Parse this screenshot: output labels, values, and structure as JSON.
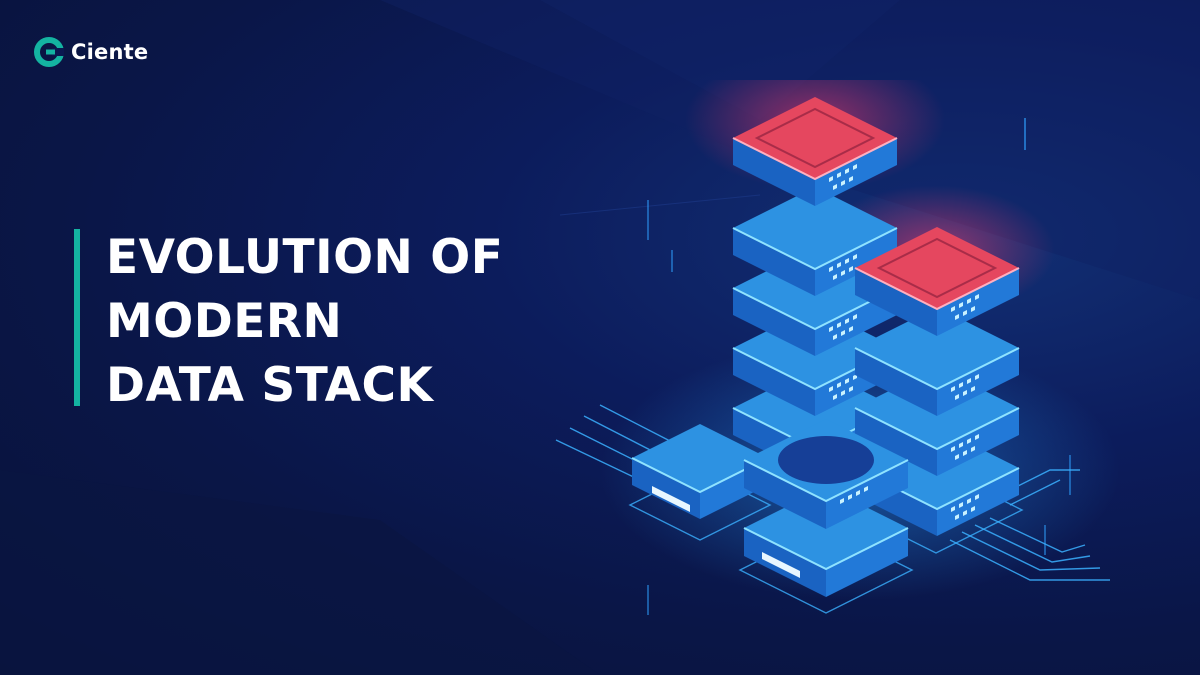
{
  "brand": {
    "name": "Ciente",
    "icon": "ciente-logo-icon",
    "accent_color": "#14b3a1"
  },
  "headline": {
    "lines": [
      "EVOLUTION OF",
      "MODERN",
      "DATA STACK"
    ]
  },
  "illustration": {
    "icon": "server-stack-icon",
    "colors": {
      "block_top": "#2c8fe0",
      "block_side": "#1a64c4",
      "highlight": "#e0455f",
      "glow": "#39b9ff"
    }
  },
  "colors": {
    "background": "#0b1850",
    "text": "#ffffff"
  }
}
